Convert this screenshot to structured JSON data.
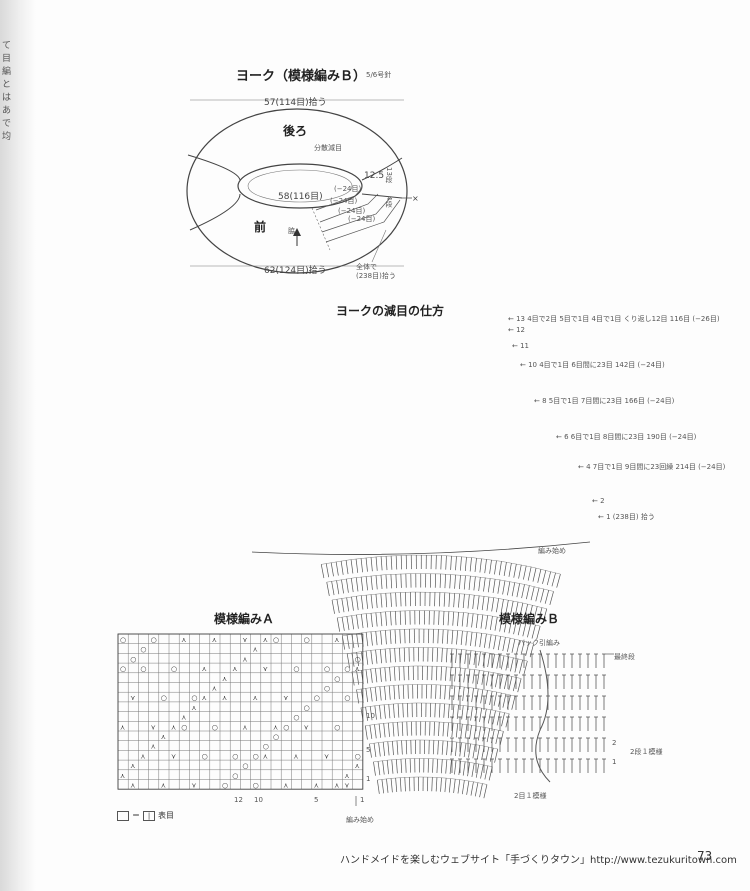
{
  "margin_text": [
    "て",
    "目",
    "編",
    "と",
    "は",
    "あ",
    "で",
    "均"
  ],
  "yoke": {
    "title": "ヨーク（模様編みＢ）",
    "needle": "5/6号針",
    "top_count": "57(114目)拾う",
    "back": "後ろ",
    "decrease_note": "分散減目",
    "neck_count": "58(116目)",
    "front": "前",
    "center_label": "脇",
    "side_height": "12.5",
    "side_rows_a": "13段",
    "side_rows_b": "4段",
    "bottom_count": "62(124目)拾う",
    "total_note": "全体で",
    "total_count": "(238目)拾う",
    "step_labels": [
      "(−24目)",
      "(−24目)",
      "(−24目)",
      "(−24目)"
    ]
  },
  "decrease": {
    "title": "ヨークの減目の仕方",
    "rows": [
      {
        "row": "13",
        "note1": "4目で2目",
        "note2": "5目で1目",
        "note3": "4目で1目",
        "note4": "くり返し12目",
        "count": "116目",
        "diff": "(−26目)"
      },
      {
        "row": "12",
        "note1": "",
        "note2": "",
        "note3": "",
        "note4": "",
        "count": "",
        "diff": ""
      },
      {
        "row": "11",
        "note1": "",
        "note2": "",
        "note3": "",
        "note4": "",
        "count": "",
        "diff": ""
      },
      {
        "row": "10",
        "note1": "4目で1目",
        "note2": "6目間に23目",
        "note3": "",
        "note4": "",
        "count": "142目",
        "diff": "(−24目)"
      },
      {
        "row": "8",
        "note1": "5目で1目",
        "note2": "7目間に23目",
        "note3": "",
        "note4": "",
        "count": "166目",
        "diff": "(−24目)"
      },
      {
        "row": "6",
        "note1": "6目で1目",
        "note2": "8目間に23目",
        "note3": "",
        "note4": "",
        "count": "190目",
        "diff": "(−24目)"
      },
      {
        "row": "4",
        "note1": "7目で1目",
        "note2": "9目間に23回繰",
        "note3": "",
        "note4": "",
        "count": "214目",
        "diff": "(−24目)"
      },
      {
        "row": "2",
        "note1": "",
        "note2": "",
        "note3": "",
        "note4": "",
        "count": "",
        "diff": ""
      },
      {
        "row": "1",
        "note1": "(238目)",
        "note2": "拾う",
        "note3": "",
        "note4": "",
        "count": "",
        "diff": ""
      }
    ],
    "start_label": "編み始め"
  },
  "pattern_a": {
    "title": "模様編みＡ",
    "row_numbers": [
      "10",
      "5",
      "1"
    ],
    "col_numbers": [
      "12",
      "10",
      "5",
      "1"
    ],
    "start_label": "編み始め",
    "legend_eq": "＝",
    "legend_text": "表目"
  },
  "pattern_b": {
    "title": "模様編みＢ",
    "top_note": "バック引編み",
    "final_row": "最終段",
    "row2": "2",
    "row1": "1",
    "repeat_rows": "2段１模様",
    "repeat_sts": "2目１模様"
  },
  "footer": {
    "text": "ハンドメイドを楽しむウェブサイト「手づくりタウン」http://www.tezukuritown.com",
    "page": "73"
  }
}
